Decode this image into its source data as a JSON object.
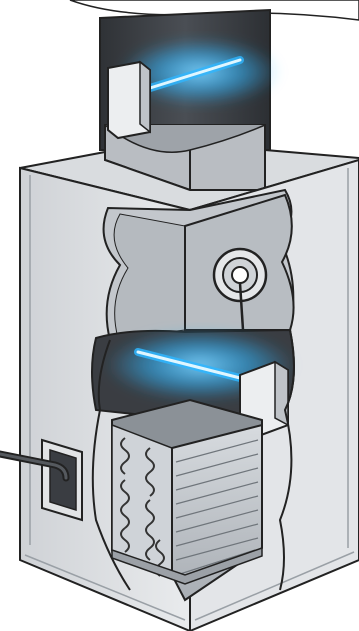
{
  "diagram": {
    "components": [
      {
        "id": "duct",
        "label": ""
      },
      {
        "id": "upper-uv-unit",
        "label": ""
      },
      {
        "id": "cabinet",
        "label": ""
      },
      {
        "id": "blower",
        "label": ""
      },
      {
        "id": "lower-uv-unit",
        "label": ""
      },
      {
        "id": "coil",
        "label": ""
      },
      {
        "id": "drain-line",
        "label": ""
      }
    ],
    "colors": {
      "uv_glow": "#2fb6ff",
      "uv_core": "#dff6ff",
      "outline": "#222222",
      "cabinet_light": "#e6e8ea",
      "cabinet_mid": "#c9ccd0",
      "duct_dark": "#3a3d42",
      "coil_metal": "#b9bec4"
    }
  }
}
